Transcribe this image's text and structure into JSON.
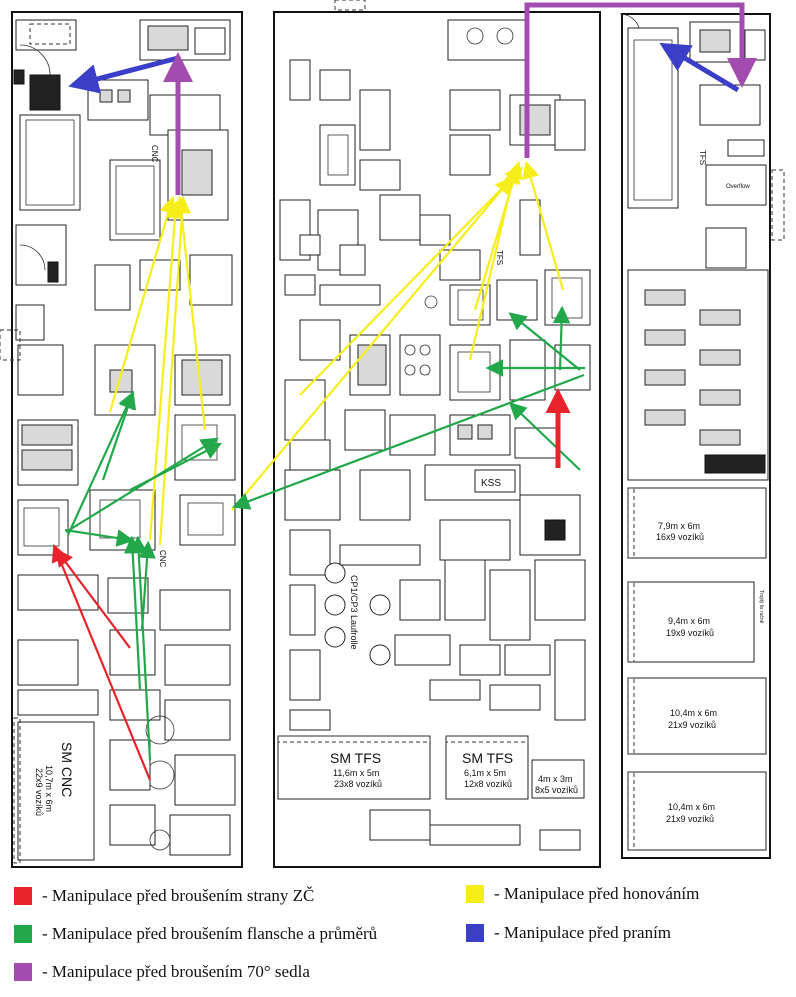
{
  "plan_labels": {
    "cnc_vertical": "CNC",
    "cnc_vertical2": "CNC",
    "tfs_vertical": "TFS",
    "tfs_top": "TFS",
    "kss": "KSS",
    "cp1": "CP1/CP3 Laufrolle",
    "overflow": "Overflow",
    "right_vertical": "Trojitý lis ručně",
    "sm_cnc_title": "SM CNC",
    "sm_cnc_dims": "10,7m x 6m",
    "sm_cnc_carts": "22x9 vozíků",
    "sm_tfs1_title": "SM TFS",
    "sm_tfs1_dims": "11,6m x 5m",
    "sm_tfs1_carts": "23x8 vozíků",
    "sm_tfs2_title": "SM TFS",
    "sm_tfs2_dims": "6,1m x 5m",
    "sm_tfs2_carts": "12x8 vozíků",
    "small_dims": "4m x 3m",
    "small_carts": "8x5 vozíků",
    "r1_dims": "7,9m x 6m",
    "r1_carts": "16x9 vozíků",
    "r2_dims": "9,4m x 6m",
    "r2_carts": "19x9 vozíků",
    "r3_dims": "10,4m x 6m",
    "r3_carts": "21x9 vozíků",
    "r4_dims": "10,4m x 6m",
    "r4_carts": "21x9 vozíků"
  },
  "colors": {
    "red": "#e8232b",
    "green": "#22a84b",
    "yellow": "#f6ee1b",
    "blue": "#3b3fc7",
    "purple": "#a24cb0"
  },
  "legend": [
    {
      "color": "#e8232b",
      "label": "- Manipulace před broušením strany ZČ"
    },
    {
      "color": "#f6ee1b",
      "label": "- Manipulace před honováním"
    },
    {
      "color": "#22a84b",
      "label": "- Manipulace před broušením flansche a průměrů"
    },
    {
      "color": "#3b3fc7",
      "label": "- Manipulace před praním"
    },
    {
      "color": "#a24cb0",
      "label": "- Manipulace před broušením 70° sedla"
    }
  ]
}
